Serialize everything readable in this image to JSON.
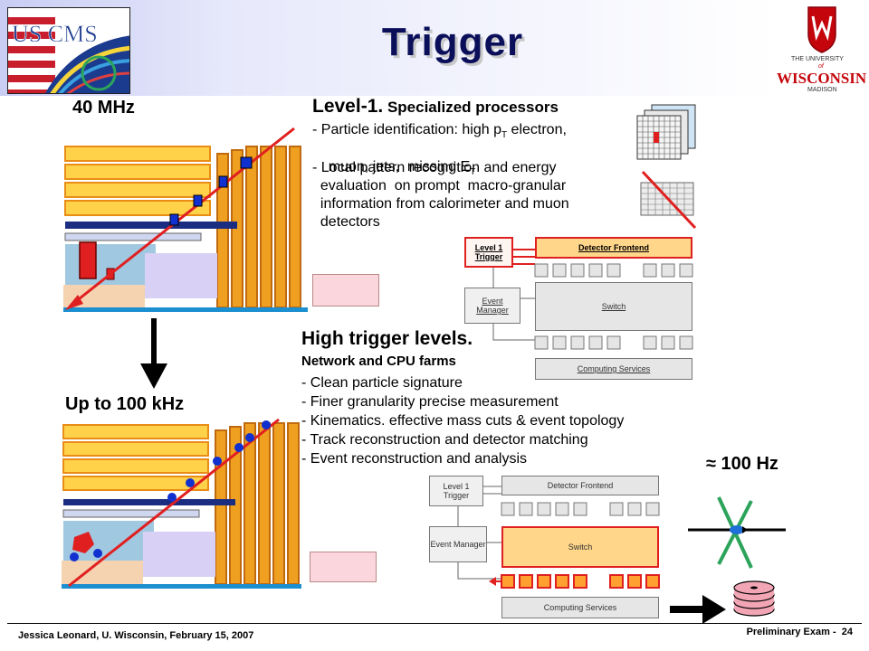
{
  "header": {
    "title": "Trigger",
    "left_logo_text": "US CMS",
    "right_logo": {
      "line1": "THE UNIVERSITY",
      "line2": "of",
      "name": "WISCONSIN",
      "line3": "MADISON"
    }
  },
  "level1": {
    "rate": "40 MHz",
    "heading_main": "Level-1.",
    "heading_rest": " Specialized processors",
    "bullets": [
      "- Particle identification:  high p",
      "  muon, jets,  missing E",
      "- Local pattern recognition and energy",
      "  evaluation  on prompt  macro-granular",
      "  information from calorimeter and muon",
      "  detectors"
    ],
    "bullet1_sub": "T",
    "bullet1_tail": " electron,",
    "bullet2_sub": "T"
  },
  "high_level": {
    "rate": "Up to 100 kHz",
    "heading": "High trigger levels.",
    "sub_heading": "Network and CPU farms",
    "bullets": [
      "- Clean particle signature",
      "- Finer granularity precise measurement",
      "- Kinematics. effective mass cuts & event topology",
      "- Track reconstruction and detector matching",
      "- Event reconstruction and analysis"
    ],
    "final_rate": "≈ 100 Hz"
  },
  "diagram1": {
    "level1_trigger": "Level 1 Trigger",
    "detector_frontend": "Detector Frontend",
    "event_manager": "Event Manager",
    "switch": "Switch",
    "computing_services": "Computing Services"
  },
  "diagram2": {
    "level1_trigger": "Level 1 Trigger",
    "detector_frontend": "Detector Frontend",
    "event_manager": "Event Manager",
    "switch": "Switch",
    "computing_services": "Computing Services"
  },
  "footer": {
    "left": "Jessica Leonard, U. Wisconsin, February 15, 2007",
    "right_label": "Preliminary Exam -",
    "page": "24"
  },
  "colors": {
    "title": "#0b0f5a",
    "trigger_red": "#e02020",
    "detector_yellow": "#ffd24a",
    "detector_orange": "#e98d16",
    "hit_blue": "#1030d0"
  }
}
